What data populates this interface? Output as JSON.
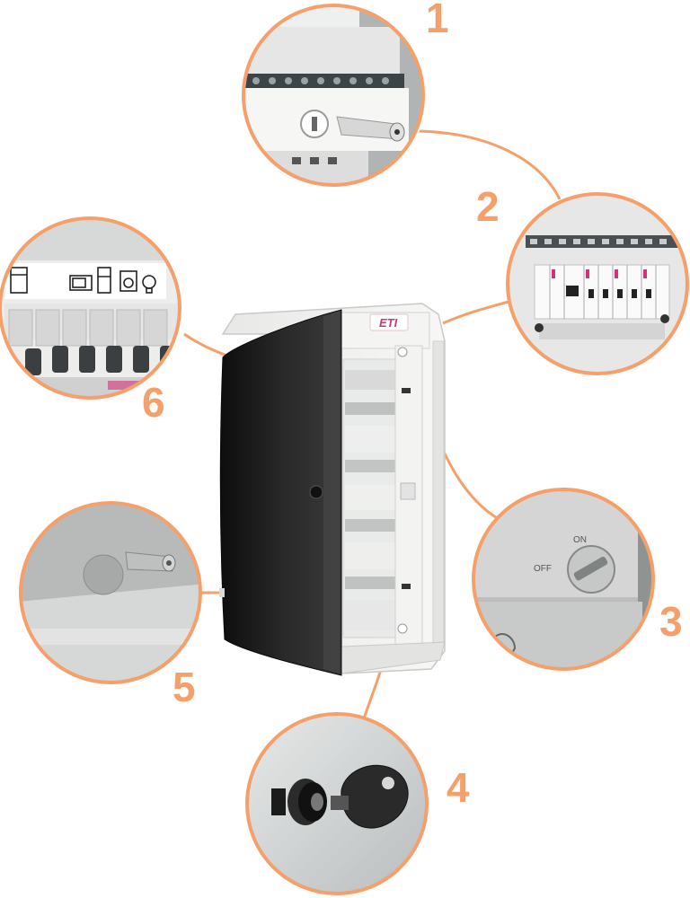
{
  "colors": {
    "accent": "#f5a06a",
    "door_dark": "#1c1c1c",
    "housing": "#f1f2f0",
    "logo": "#d0357a"
  },
  "callouts": [
    {
      "number": "1"
    },
    {
      "number": "2"
    },
    {
      "number": "3"
    },
    {
      "number": "4"
    },
    {
      "number": "5"
    },
    {
      "number": "6"
    }
  ],
  "product": {
    "logo": "ETI"
  },
  "detail3": {
    "switch_on": "ON",
    "switch_off": "OFF"
  },
  "icons": [
    "stove-icon",
    "microwave-icon",
    "fridge-icon",
    "washing-machine-icon",
    "light-bulb-icon"
  ]
}
